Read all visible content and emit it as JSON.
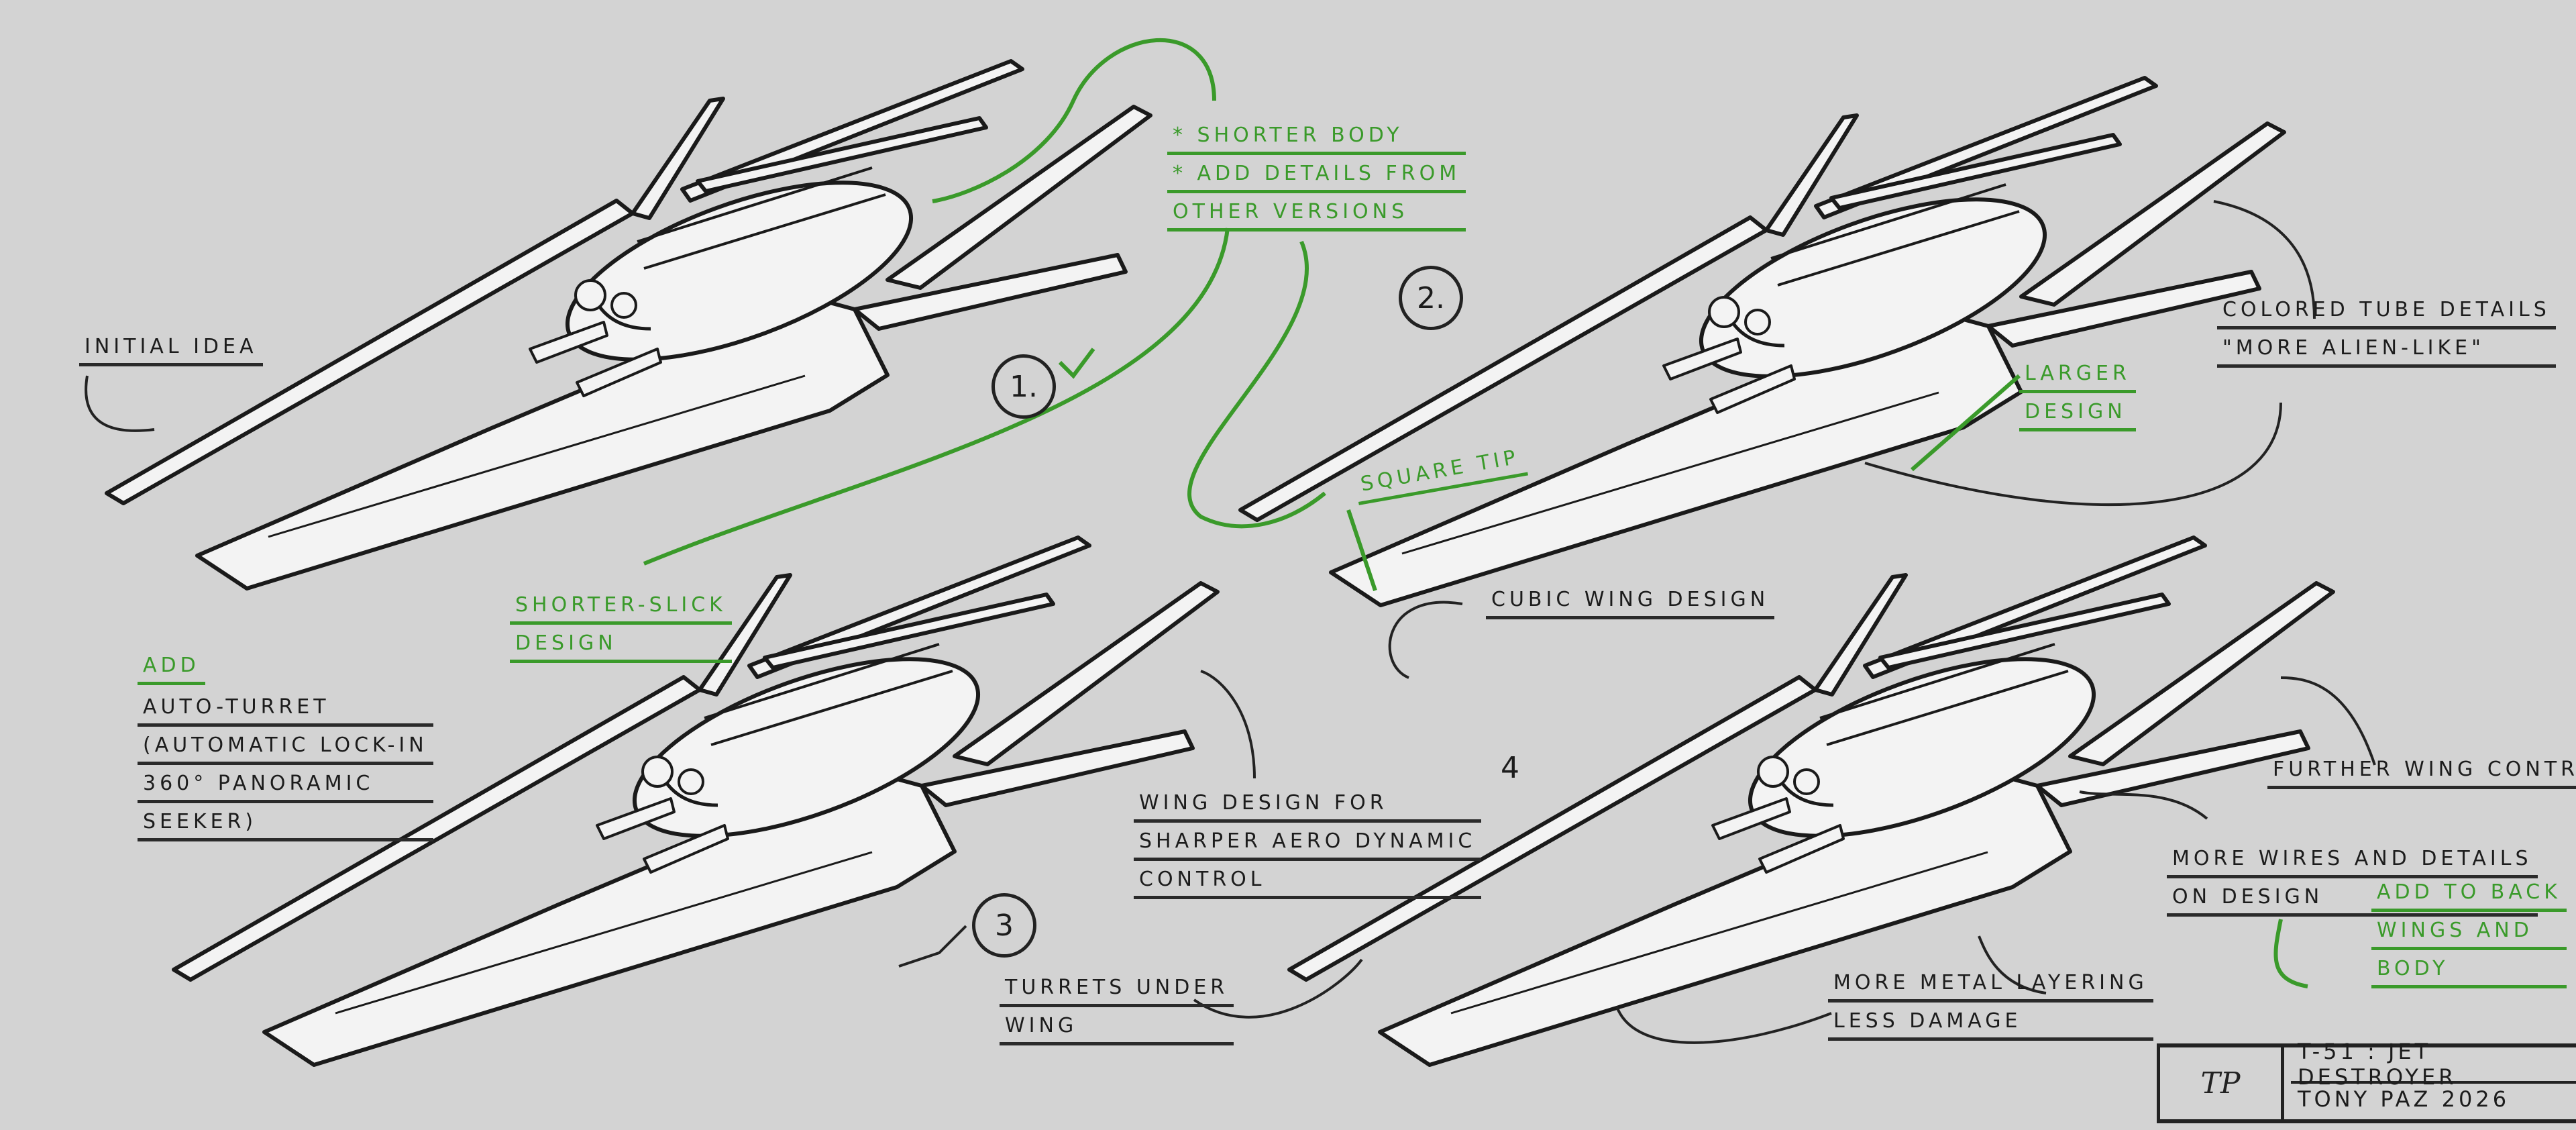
{
  "colors": {
    "background": "#d3d3d3",
    "ink": "#1c1c1c",
    "accent_green": "#3a9a2a",
    "ship_fill": "#f3f3f3"
  },
  "labels": {
    "initial_idea": "INITIAL IDEA",
    "revision_notes": [
      "* SHORTER BODY",
      "* ADD DETAILS FROM",
      "OTHER VERSIONS"
    ],
    "num1": "1.",
    "num2": "2.",
    "num3": "3",
    "num4": "4",
    "colored_tube": [
      "COLORED TUBE DETAILS",
      "\"MORE ALIEN-LIKE\""
    ],
    "larger_design": [
      "LARGER",
      "DESIGN"
    ],
    "square_tip": "SQUARE TIP",
    "cubic_wing": "CUBIC WING DESIGN",
    "shorter_slick": [
      "SHORTER-SLICK",
      "DESIGN"
    ],
    "add": "ADD",
    "auto_turret": [
      "AUTO-TURRET",
      "(AUTOMATIC LOCK-IN",
      "360° PANORAMIC",
      "SEEKER)"
    ],
    "wing_design": [
      "WING DESIGN FOR",
      "SHARPER AERO DYNAMIC",
      "CONTROL"
    ],
    "turrets_under": [
      "TURRETS UNDER",
      "WING"
    ],
    "metal_layering": [
      "MORE METAL LAYERING",
      "LESS DAMAGE"
    ],
    "further_wing": "FURTHER WING CONTROL",
    "more_wires": [
      "MORE WIRES AND DETAILS",
      "ON DESIGN"
    ],
    "add_back": [
      "ADD TO BACK",
      "WINGS AND",
      "BODY"
    ]
  },
  "title_block": {
    "signature": "TP",
    "title": "T-51 : JET DESTROYER",
    "author_year": "TONY PAZ   2026"
  }
}
